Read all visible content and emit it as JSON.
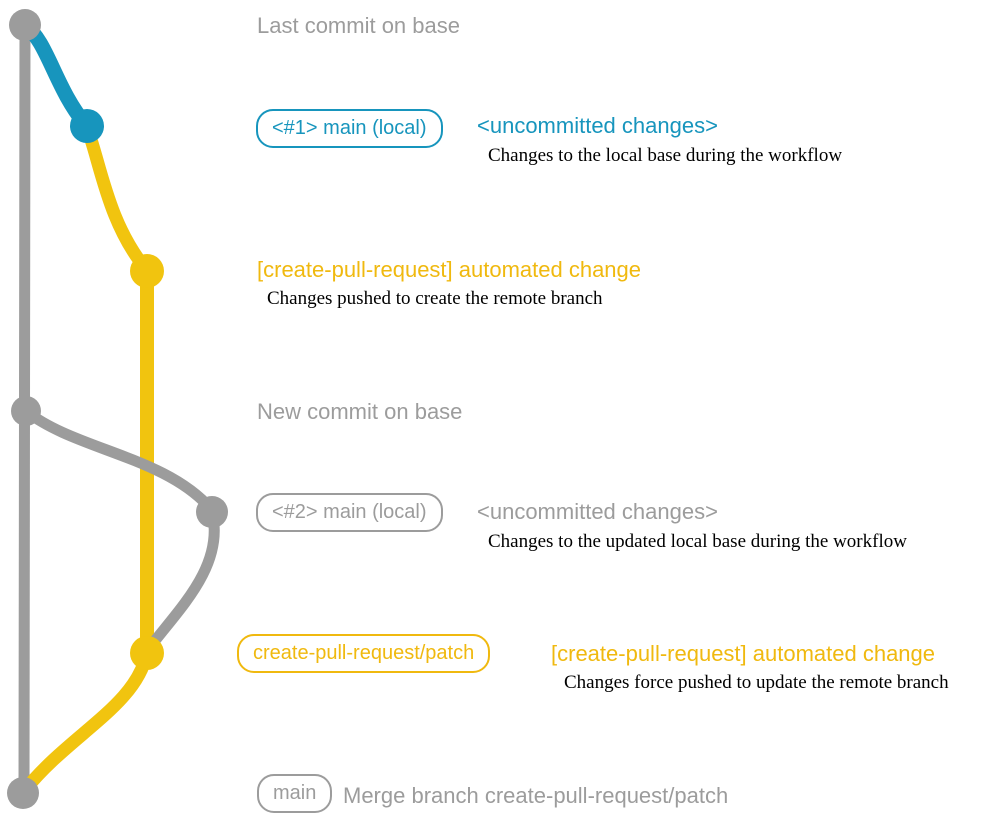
{
  "colors": {
    "base_gray": "#9C9C9C",
    "local_blue": "#1795BD",
    "branch_yellow": "#F1C40F",
    "yellow_text": "#F0B90F",
    "description_text": "#000000",
    "background": "#FFFFFF"
  },
  "rows": {
    "last_commit": {
      "label": "Last commit on base"
    },
    "local_main_1": {
      "badge": "<#1> main (local)",
      "status": "<uncommitted changes>",
      "description": "Changes to the local base during the workflow"
    },
    "automated_change_1": {
      "heading": "[create-pull-request] automated change",
      "description": "Changes pushed to create the remote branch"
    },
    "new_commit": {
      "label": "New commit on base"
    },
    "local_main_2": {
      "badge": "<#2> main (local)",
      "status": "<uncommitted changes>",
      "description": "Changes to the updated local base during the workflow"
    },
    "remote_branch": {
      "badge": "create-pull-request/patch",
      "heading": "[create-pull-request] automated change",
      "description": "Changes force pushed to update the remote branch"
    },
    "merge": {
      "badge": "main",
      "label": "Merge branch create-pull-request/patch"
    }
  },
  "graph": {
    "branches": [
      {
        "name": "base",
        "color": "#9C9C9C"
      },
      {
        "name": "main (local)",
        "color": "#1795BD"
      },
      {
        "name": "create-pull-request/patch",
        "color": "#F1C40F"
      }
    ],
    "commits": [
      {
        "id": "last-commit-on-base",
        "branch": "base",
        "color": "#9C9C9C"
      },
      {
        "id": "uncommitted-changes-1",
        "branch": "main (local)",
        "color": "#1795BD"
      },
      {
        "id": "automated-change-1",
        "branch": "create-pull-request/patch",
        "color": "#F1C40F"
      },
      {
        "id": "new-commit-on-base",
        "branch": "base",
        "color": "#9C9C9C"
      },
      {
        "id": "uncommitted-changes-2",
        "branch": "main (local)",
        "color": "#9C9C9C"
      },
      {
        "id": "automated-change-2",
        "branch": "create-pull-request/patch",
        "color": "#F1C40F"
      },
      {
        "id": "merge-commit",
        "branch": "base",
        "color": "#9C9C9C"
      }
    ]
  }
}
